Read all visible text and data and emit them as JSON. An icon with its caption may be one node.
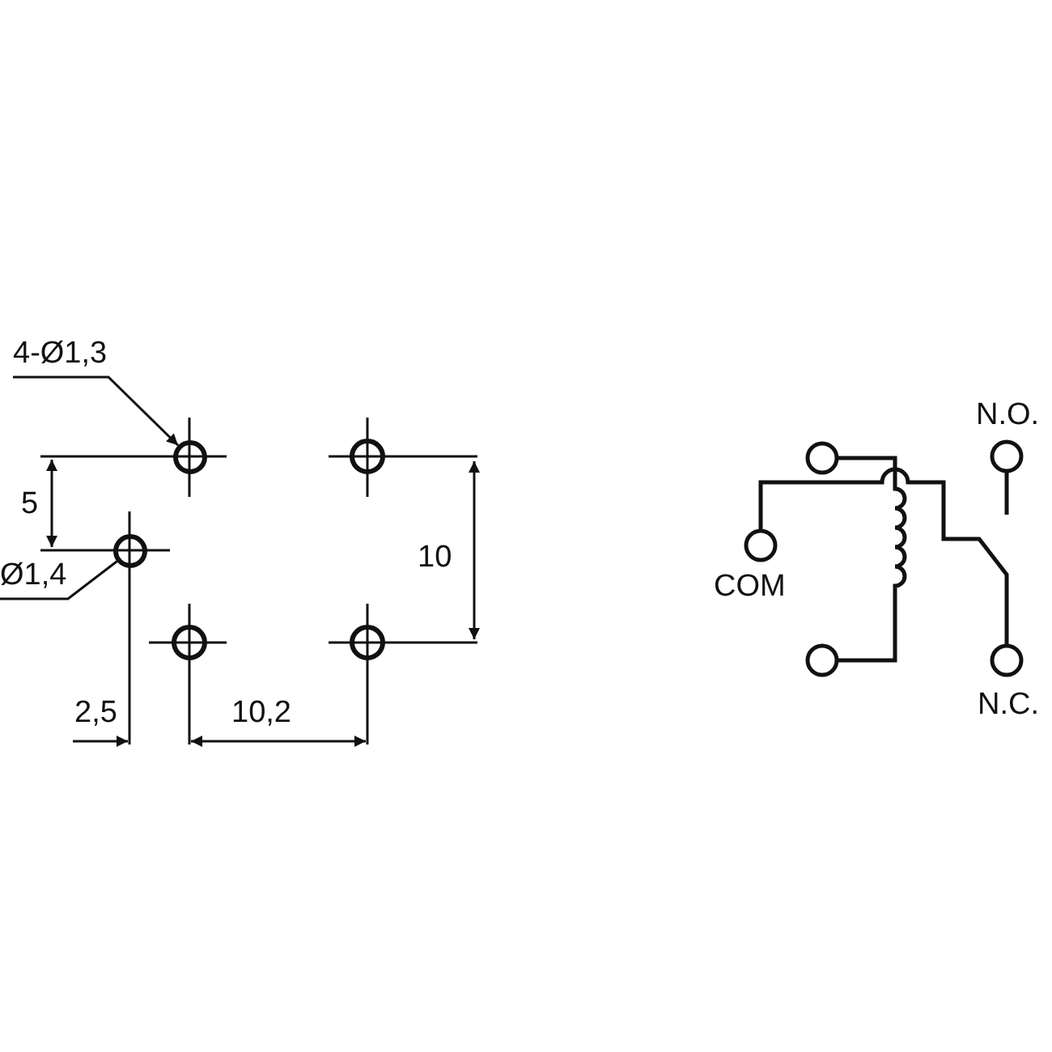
{
  "diagram": {
    "nodes": [
      {
        "text": [
          "4-Ø1,3"
        ]
      },
      {
        "text": [],
        "shape": "circle"
      },
      {
        "text": [
          "Ø1,4"
        ]
      },
      {
        "text": [],
        "shape": "circle"
      }
    ],
    "edges": [
      {
        "from": 0,
        "to": 1,
        "arrow": "to"
      },
      {
        "from": 2,
        "to": 3,
        "arrow": "none"
      }
    ],
    "labels": [
      "N.O.",
      "5",
      "10",
      "COM",
      "N.C.",
      "2,5",
      "10,2"
    ]
  }
}
